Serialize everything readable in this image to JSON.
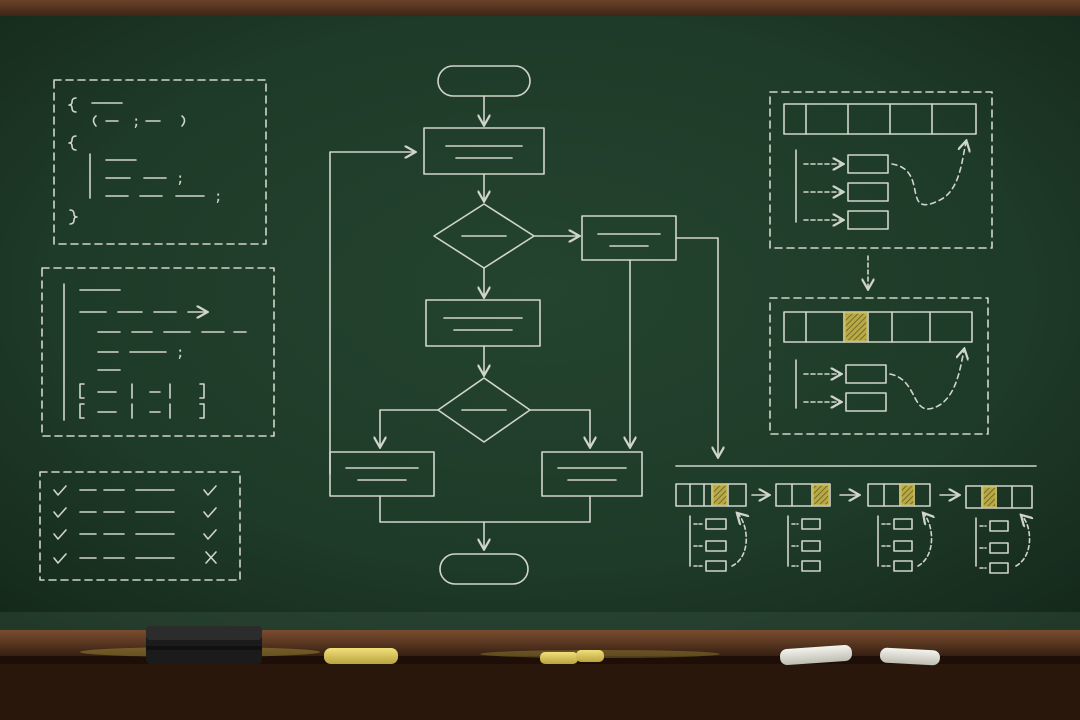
{
  "scene": {
    "description_colors": {
      "board": "#1f3a2c",
      "board_dark": "#18301f",
      "chalk": "#e4e6dc",
      "chalk_yellow": "#d9c75a",
      "wood": "#5a3621",
      "wood_dark": "#3b2314"
    },
    "checklist_marks": [
      "check",
      "check",
      "check",
      "check",
      "check",
      "check",
      "check",
      "cross"
    ],
    "chalk_pieces": [
      {
        "color": "yellow"
      },
      {
        "color": "yellow"
      },
      {
        "color": "yellow"
      },
      {
        "color": "white"
      },
      {
        "color": "white"
      }
    ],
    "array_highlight_steps": [
      3,
      2,
      3,
      2
    ]
  }
}
